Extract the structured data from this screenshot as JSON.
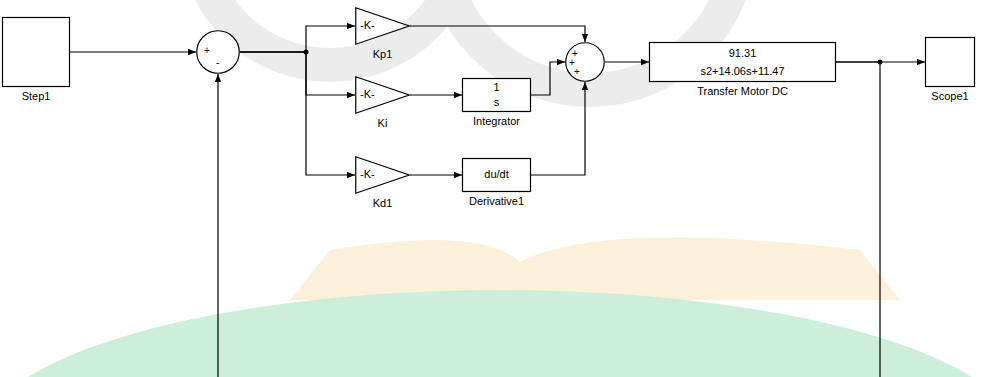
{
  "diagram": {
    "nodes": [
      {
        "text": [
          "Step1"
        ]
      },
      {
        "text": [
          "+",
          "-"
        ]
      },
      {
        "text": [
          "-K-",
          "Kp1"
        ]
      },
      {
        "text": [
          "-K-",
          "Ki"
        ]
      },
      {
        "text": [
          "-K-",
          "Kd1"
        ]
      },
      {
        "text": [
          "1",
          "s",
          "Integrator"
        ]
      },
      {
        "text": [
          "du/dt",
          "Derivative1"
        ]
      },
      {
        "text": [
          "+",
          "+",
          "+"
        ]
      },
      {
        "text": [
          "91.31",
          "s2+14.06s+11.47",
          "Transfer Motor DC"
        ]
      },
      {
        "text": [
          "Scope1"
        ]
      }
    ],
    "edges": [
      {
        "from": 0,
        "to": 1,
        "arrow": "to"
      },
      {
        "from": 1,
        "to": 2,
        "arrow": "to"
      },
      {
        "from": 1,
        "to": 3,
        "arrow": "to"
      },
      {
        "from": 1,
        "to": 4,
        "arrow": "to"
      },
      {
        "from": 2,
        "to": 7,
        "arrow": "to"
      },
      {
        "from": 3,
        "to": 5,
        "arrow": "to"
      },
      {
        "from": 5,
        "to": 7,
        "arrow": "to"
      },
      {
        "from": 4,
        "to": 6,
        "arrow": "to"
      },
      {
        "from": 6,
        "to": 7,
        "arrow": "to"
      },
      {
        "from": 7,
        "to": 8,
        "arrow": "to"
      },
      {
        "from": 8,
        "to": 9,
        "arrow": "to"
      },
      {
        "from": 8,
        "to": 1,
        "arrow": "to"
      }
    ]
  }
}
